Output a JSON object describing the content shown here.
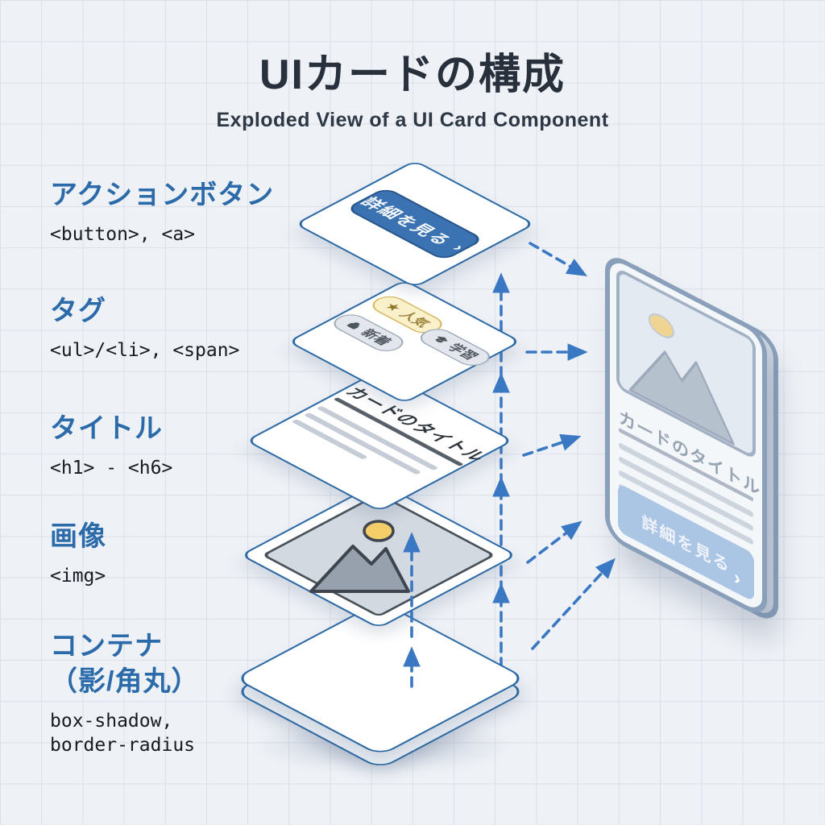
{
  "page": {
    "title": "UIカードの構成",
    "subtitle": "Exploded View of a UI Card Component"
  },
  "legend": [
    {
      "term": "アクションボタン",
      "code": "<button>, <a>"
    },
    {
      "term": "タグ",
      "code": "<ul>/<li>, <span>"
    },
    {
      "term": "タイトル",
      "code": "<h1> - <h6>"
    },
    {
      "term": "画像",
      "code": "<img>"
    },
    {
      "term": "コンテナ",
      "term2": "（影/角丸）",
      "code": "box-shadow,",
      "code2": "border-radius"
    }
  ],
  "exploded": {
    "button_layer": {
      "label": "詳細を見る",
      "chevron": "›"
    },
    "tag_layer": {
      "tags": [
        {
          "label": "人気",
          "icon": "star",
          "icon_char": "★"
        },
        {
          "label": "新着",
          "icon": "tag"
        },
        {
          "label": "学習",
          "icon": "graduation-cap"
        }
      ]
    },
    "title_layer": {
      "title": "カードのタイトル"
    }
  },
  "assembled_card": {
    "title": "カードのタイトル",
    "button_label": "詳細を見る",
    "chevron": "›"
  },
  "colors": {
    "background": "#eef1f6",
    "grid_line": "#dadfe9",
    "layer_border_blue": "#2766a2",
    "arrow_blue": "#3b78c4",
    "button_blue": "#3a72b2",
    "legend_blue": "#2b6ba9",
    "tag_yellow_bg": "#faf1cb",
    "tag_yellow_border": "#d2b254",
    "tag_gray_bg": "#e3e7ed",
    "tag_gray_border": "#9aa6b4",
    "card_border": "#8aa0ba",
    "card_button_blue": "#abc5e5",
    "sun_yellow": "#f5ce6a"
  }
}
